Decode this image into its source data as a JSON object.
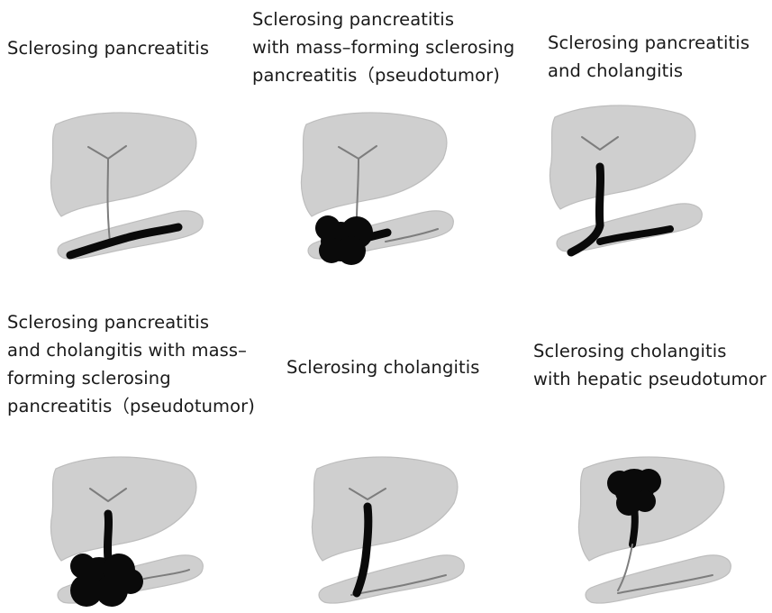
{
  "panels": [
    {
      "caption": [
        "Sclerosing pancreatitis"
      ]
    },
    {
      "caption": [
        "Sclerosing pancreatitis",
        "with mass–forming sclerosing",
        "pancreatitis（pseudotumor)"
      ]
    },
    {
      "caption": [
        "Sclerosing pancreatitis",
        "and cholangitis"
      ]
    },
    {
      "caption": [
        "Sclerosing pancreatitis",
        "and cholangitis with mass–",
        "forming sclerosing",
        "pancreatitis（pseudotumor)"
      ]
    },
    {
      "caption": [
        "Sclerosing cholangitis"
      ]
    },
    {
      "caption": [
        "Sclerosing cholangitis",
        "with hepatic pseudotumor"
      ]
    }
  ]
}
